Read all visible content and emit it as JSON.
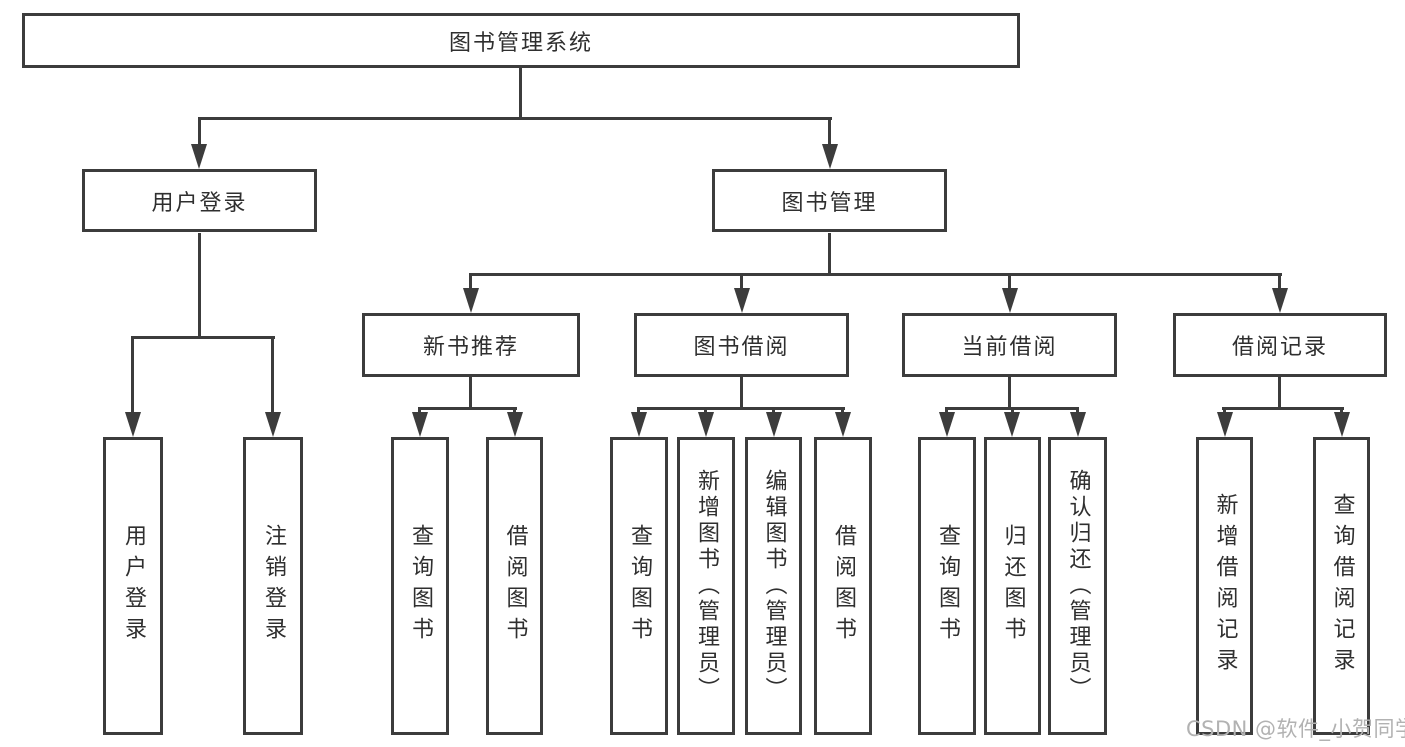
{
  "colors": {
    "line": "#3c3c3c",
    "text": "#2f2f2f",
    "watermark": "#b2b2b2",
    "background": "#ffffff"
  },
  "diagram": {
    "root": "图书管理系统",
    "branches": [
      {
        "label": "用户登录",
        "leaves": [
          "用户登录",
          "注销登录"
        ]
      },
      {
        "label": "图书管理",
        "sections": [
          {
            "label": "新书推荐",
            "leaves": [
              "查询图书",
              "借阅图书"
            ]
          },
          {
            "label": "图书借阅",
            "leaves": [
              "查询图书",
              "新增图书（管理员）",
              "编辑图书（管理员）",
              "借阅图书"
            ]
          },
          {
            "label": "当前借阅",
            "leaves": [
              "查询图书",
              "归还图书",
              "确认归还（管理员）"
            ]
          },
          {
            "label": "借阅记录",
            "leaves": [
              "新增借阅记录",
              "查询借阅记录"
            ]
          }
        ]
      }
    ]
  },
  "watermark": "CSDN @软件_小贺同学"
}
